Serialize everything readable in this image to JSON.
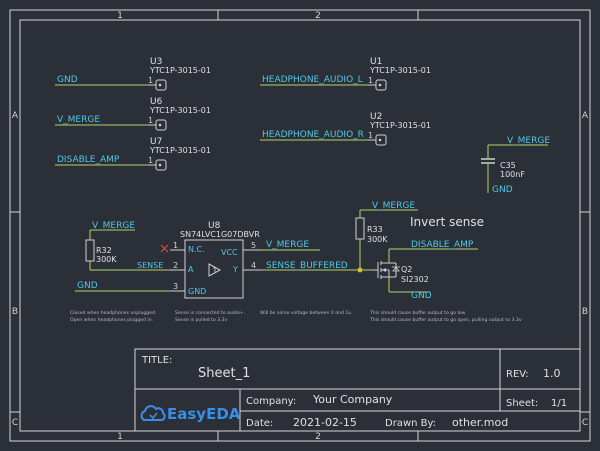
{
  "colors": {
    "background": "#2b2f37",
    "frame": "#d4d4d4",
    "wire": "#b6d36a",
    "net_label": "#4ec9e6",
    "pin": "#d0d0d0",
    "component_text": "#e0e0e0",
    "no_connect": "#e04646",
    "junction": "#d8b83a",
    "brand": "#3b8ee6"
  },
  "frame": {
    "columns": [
      "1",
      "2"
    ],
    "rows": [
      "A",
      "B",
      "C"
    ]
  },
  "connectors": [
    {
      "ref": "U3",
      "value": "YTC1P-3015-01",
      "net": "GND",
      "pin": "1"
    },
    {
      "ref": "U6",
      "value": "YTC1P-3015-01",
      "net": "V_MERGE",
      "pin": "1"
    },
    {
      "ref": "U7",
      "value": "YTC1P-3015-01",
      "net": "DISABLE_AMP",
      "pin": "1"
    },
    {
      "ref": "U1",
      "value": "YTC1P-3015-01",
      "net": "HEADPHONE_AUDIO_L",
      "pin": "1"
    },
    {
      "ref": "U2",
      "value": "YTC1P-3015-01",
      "net": "HEADPHONE_AUDIO_R",
      "pin": "1"
    }
  ],
  "cap": {
    "ref": "C35",
    "value": "100nF",
    "net_top": "V_MERGE",
    "net_bottom": "GND"
  },
  "r32": {
    "ref": "R32",
    "value": "300K",
    "net_top": "V_MERGE"
  },
  "r33": {
    "ref": "R33",
    "value": "300K",
    "net_top": "V_MERGE"
  },
  "u8": {
    "ref": "U8",
    "value": "SN74LVC1G07DBVR",
    "pins": [
      {
        "num": "1",
        "name": "N.C."
      },
      {
        "num": "2",
        "name": "A"
      },
      {
        "num": "3",
        "name": "GND"
      },
      {
        "num": "5",
        "name": "VCC"
      },
      {
        "num": "4",
        "name": "Y"
      }
    ]
  },
  "q2": {
    "ref": "Q2",
    "value": "SI2302"
  },
  "nets": {
    "sense": "SENSE",
    "gnd": "GND",
    "v_merge": "V_MERGE",
    "sense_buffered": "SENSE_BUFFERED",
    "disable_amp": "DISABLE_AMP"
  },
  "invert_label": "Invert sense",
  "notes": [
    "Closed when headphones unplugged.",
    "Open when headphones plugged in.",
    "Sense is connected to audio+.",
    "Sense is pulled to 3.3v",
    "Will be some voltage between 0 and 1v.",
    "This should cause buffer output to go low",
    "This should cause buffer output to go open, pulling output to 3.3v"
  ],
  "title_block": {
    "title_label": "TITLE:",
    "title": "Sheet_1",
    "rev_label": "REV:",
    "rev": "1.0",
    "company_label": "Company:",
    "company": "Your Company",
    "sheet_label": "Sheet:",
    "sheet": "1/1",
    "date_label": "Date:",
    "date": "2021-02-15",
    "drawn_label": "Drawn By:",
    "drawn_by": "other.mod",
    "logo_text": "EasyEDA"
  }
}
